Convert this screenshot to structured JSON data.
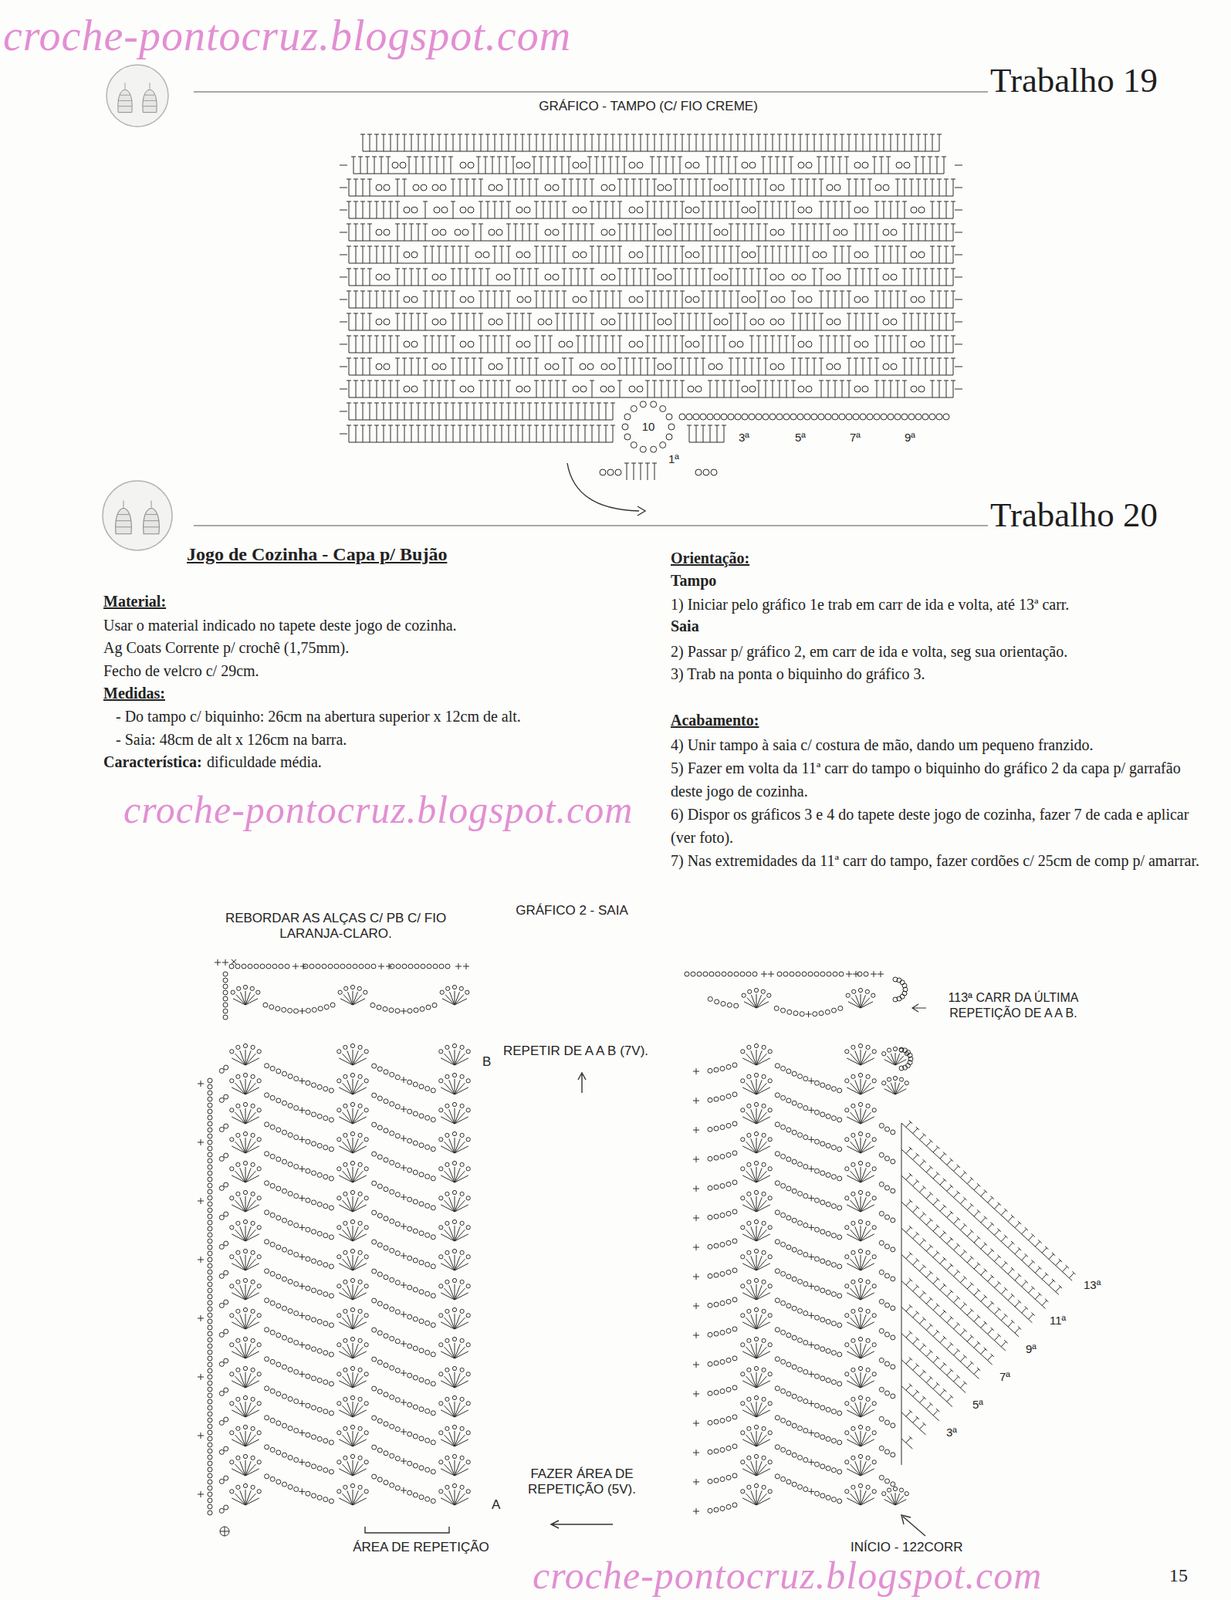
{
  "diagram": {
    "title": "Jogo de Cozinha - Capa p/ Bujão",
    "labels": [
      "croche-pontocruz.blogspot.com",
      "Trabalho 19",
      "GRÁFICO - TAMPO (C/ FIO CREME)",
      "10",
      "1ª",
      "3ª",
      "5ª",
      "7ª",
      "9ª",
      "Trabalho 20",
      "Material:",
      "Usar o material indicado no tapete deste jogo de cozinha.",
      "Ag Coats Corrente p/ crochê (1,75mm).",
      "Fecho de velcro c/ 29cm.",
      "Medidas:",
      "- Do tampo c/ biquinho: 26cm na abertura superior x 12cm de alt.",
      "- Saia: 48cm de alt x 126cm na barra.",
      "Característica:",
      "dificuldade média.",
      "Orientação:",
      "Tampo",
      "1) Iniciar pelo gráfico 1e trab em carr de ida e volta, até 13ª carr.",
      "Saia",
      "2) Passar p/ gráfico 2, em carr de ida e volta, seg sua orientação.",
      "3) Trab na ponta o biquinho do gráfico 3.",
      "Acabamento:",
      "4) Unir tampo à saia c/ costura de mão, dando um pequeno franzido.",
      "5) Fazer em volta da 11ª carr do tampo o biquinho do gráfico 2 da capa p/ garrafão deste jogo de cozinha.",
      "6) Dispor os gráficos 3 e 4 do tapete deste jogo de cozinha, fazer 7 de cada e aplicar (ver foto).",
      "7) Nas extremidades da 11ª carr do tampo, fazer cordões c/ 25cm de comp p/ amarrar.",
      "croche-pontocruz.blogspot.com",
      "GRÁFICO 2 - SAIA",
      "REBORDAR AS ALÇAS C/ PB C/ FIO LARANJA-CLARO.",
      "REPETIR DE A A B (7V).",
      "B",
      "113ª CARR DA ÚLTIMA REPETIÇÃO DE A A B.",
      "13ª",
      "11ª",
      "9ª",
      "7ª",
      "5ª",
      "3ª",
      "FAZER ÁREA DE REPETIÇÃO (5V).",
      "A",
      "ÁREA DE REPETIÇÃO",
      "INÍCIO - 122CORR",
      "croche-pontocruz.blogspot.com",
      "15"
    ]
  }
}
